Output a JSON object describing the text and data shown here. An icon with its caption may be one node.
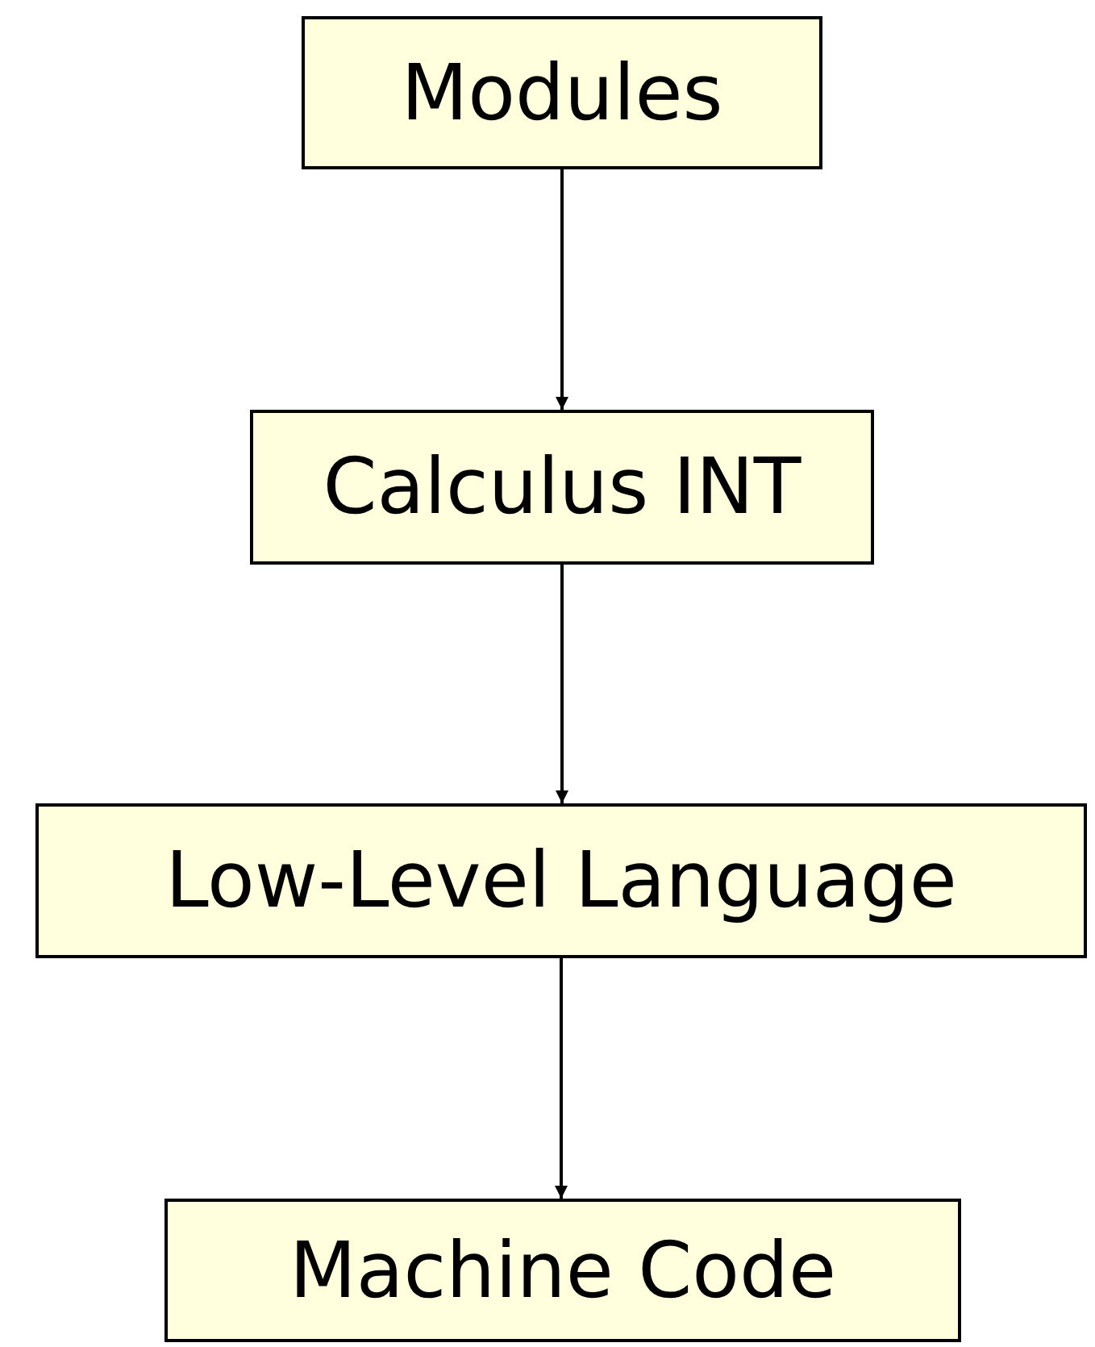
{
  "diagram": {
    "nodes": [
      {
        "text": [
          "Modules"
        ]
      },
      {
        "text": [
          "Calculus INT"
        ]
      },
      {
        "text": [
          "Low-Level Language"
        ]
      },
      {
        "text": [
          "Machine Code"
        ]
      }
    ],
    "edges": [
      {
        "from": 0,
        "to": 1,
        "arrow": "to"
      },
      {
        "from": 1,
        "to": 2,
        "arrow": "to"
      },
      {
        "from": 2,
        "to": 3,
        "arrow": "to"
      }
    ]
  }
}
